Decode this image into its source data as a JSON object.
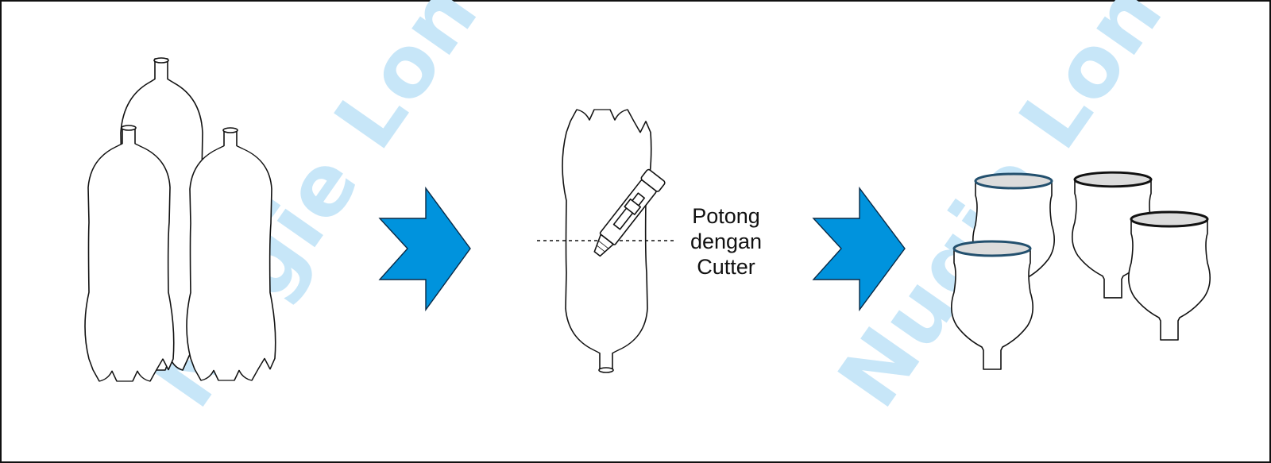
{
  "diagram": {
    "cut_label": [
      "Potong",
      "dengan",
      "Cutter"
    ],
    "watermark": "Nugie Londo",
    "colors": {
      "arrow": "#0093dd",
      "watermark": "#c7e6f8",
      "outline": "#111111",
      "cup_rim_fill": "#dcdcdc",
      "cup_rim_stroke": "#23506e"
    },
    "steps": [
      {
        "name": "bottles",
        "icon": "bottle-icon"
      },
      {
        "name": "cut-bottle",
        "icon": "cutter-knife-icon"
      },
      {
        "name": "cups",
        "icon": "cup-icon"
      }
    ]
  }
}
